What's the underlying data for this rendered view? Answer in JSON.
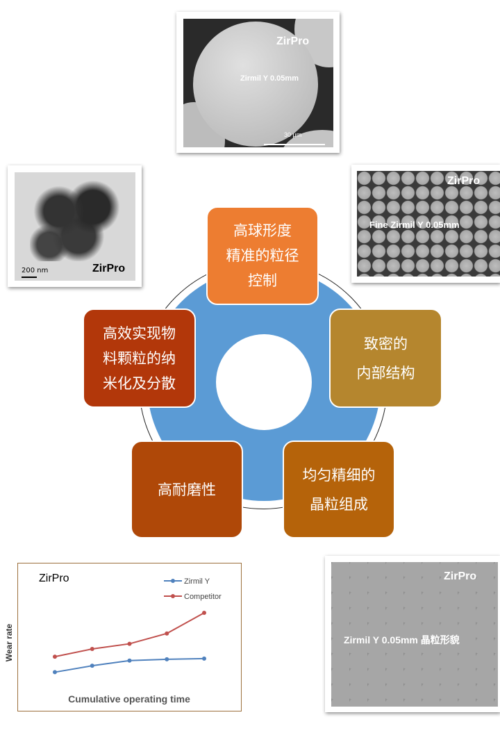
{
  "features": [
    {
      "label": "高球形度\n精准的粒径\n控制",
      "color": "#ED7D31"
    },
    {
      "label": "致密的\n内部结构",
      "color": "#B5862E"
    },
    {
      "label": "均匀精细的\n晶粒组成",
      "color": "#B5630A"
    },
    {
      "label": "高耐磨性",
      "color": "#AF4808"
    },
    {
      "label": "高效实现物\n料颗粒的纳\n米化及分散",
      "color": "#B2370A"
    }
  ],
  "photos": {
    "sphere": {
      "brand": "ZirPro",
      "caption": "Zirmil Y 0.05mm",
      "scale": "30  μm"
    },
    "nano": {
      "brand": "ZirPro",
      "scale": "200  nm"
    },
    "fine": {
      "brand": "ZirPro",
      "caption": "Fine Zirmil Y  0.05mm"
    },
    "grain": {
      "brand": "ZirPro",
      "caption": "Zirmil Y  0.05mm 晶粒形貌"
    }
  },
  "chart_data": {
    "type": "line",
    "title": "ZirPro",
    "xlabel": "Cumulative operating time",
    "ylabel": "Wear rate",
    "x": [
      1,
      2,
      3,
      4,
      5
    ],
    "series": [
      {
        "name": "Zirmil Y",
        "color": "#4F81BD",
        "values": [
          1.0,
          1.5,
          1.9,
          2.0,
          2.05
        ]
      },
      {
        "name": "Competitor",
        "color": "#C0504D",
        "values": [
          2.2,
          2.8,
          3.2,
          4.0,
          5.6
        ]
      }
    ],
    "ylim": [
      0,
      7
    ],
    "legend": "top-right",
    "grid": false
  }
}
